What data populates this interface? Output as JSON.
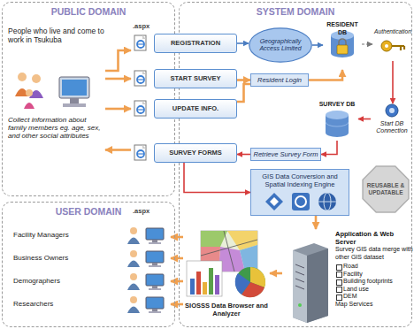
{
  "diagram": {
    "nodes": [
      {
        "text": [
          "PUBLIC DOMAIN"
        ]
      },
      {
        "text": [
          "SYSTEM DOMAIN"
        ]
      },
      {
        "text": [
          "USER DOMAIN"
        ]
      },
      {
        "text": [
          "People who live and come to work in Tsukuba"
        ],
        "in": 0
      },
      {
        "text": [
          "Collect information about family members eg. age, sex, and other social attributes"
        ],
        "in": 0
      },
      {
        "text": [
          "REGISTRATION"
        ]
      },
      {
        "text": [
          "START SURVEY"
        ]
      },
      {
        "text": [
          "UPDATE INFO."
        ]
      },
      {
        "text": [
          "SURVEY FORMS"
        ]
      },
      {
        "text": [
          "Geographically Access Limited"
        ],
        "in": 1
      },
      {
        "text": [
          "RESIDENT DB"
        ],
        "in": 1
      },
      {
        "text": [
          "Authentication"
        ],
        "in": 1
      },
      {
        "text": [
          "Resident Login"
        ],
        "in": 1
      },
      {
        "text": [
          "SURVEY DB"
        ],
        "in": 1
      },
      {
        "text": [
          "Start DB Connection"
        ],
        "in": 1
      },
      {
        "text": [
          "Retrieve Survey Form"
        ],
        "in": 1
      },
      {
        "text": [
          "GIS Data Conversion and Spatial Indexing Engine"
        ],
        "in": 1
      },
      {
        "text": [
          "REUSABLE & UPDATABLE"
        ],
        "in": 1
      },
      {
        "text": [
          "SIOSSS Data Browser and Analyzer"
        ],
        "in": 1
      },
      {
        "text": [
          "Application & Web Server",
          "Survey GIS data merge with other GIS dataset",
          "Road",
          "Facility",
          "Building footprints",
          "Land use",
          "DEM",
          "Map Services"
        ],
        "in": 1
      },
      {
        "text": [
          "Facility Managers"
        ],
        "in": 2
      },
      {
        "text": [
          "Business Owners"
        ],
        "in": 2
      },
      {
        "text": [
          "Demographers"
        ],
        "in": 2
      },
      {
        "text": [
          "Researchers"
        ],
        "in": 2
      }
    ],
    "edges": [
      {
        "from": 4,
        "to": 5,
        "arrow": "to"
      },
      {
        "from": 4,
        "to": 6,
        "arrow": "to"
      },
      {
        "from": 4,
        "to": 7,
        "arrow": "to"
      },
      {
        "from": 8,
        "to": 4,
        "arrow": "to"
      },
      {
        "from": 5,
        "to": 9,
        "arrow": "to"
      },
      {
        "from": 9,
        "to": 10,
        "arrow": "to"
      },
      {
        "from": 10,
        "to": 11,
        "arrow": "to"
      },
      {
        "from": 6,
        "to": 12,
        "arrow": "to"
      },
      {
        "from": 7,
        "to": 12,
        "arrow": "none"
      },
      {
        "from": 12,
        "to": 10,
        "arrow": "to"
      },
      {
        "from": 11,
        "to": 14,
        "arrow": "to"
      },
      {
        "from": 14,
        "to": 13,
        "arrow": "to"
      },
      {
        "from": 13,
        "to": 15,
        "arrow": "to"
      },
      {
        "from": 15,
        "to": 8,
        "arrow": "to"
      },
      {
        "from": 8,
        "to": 16,
        "arrow": "to"
      },
      {
        "from": 16,
        "to": 19,
        "arrow": "to"
      },
      {
        "from": 19,
        "to": 18,
        "arrow": "to"
      },
      {
        "from": 18,
        "to": 20,
        "arrow": "to"
      },
      {
        "from": 18,
        "to": 21,
        "arrow": "to"
      },
      {
        "from": 18,
        "to": 22,
        "arrow": "to"
      },
      {
        "from": 18,
        "to": 23,
        "arrow": "to"
      }
    ],
    "labels": [
      ".aspx",
      ".aspx"
    ]
  }
}
